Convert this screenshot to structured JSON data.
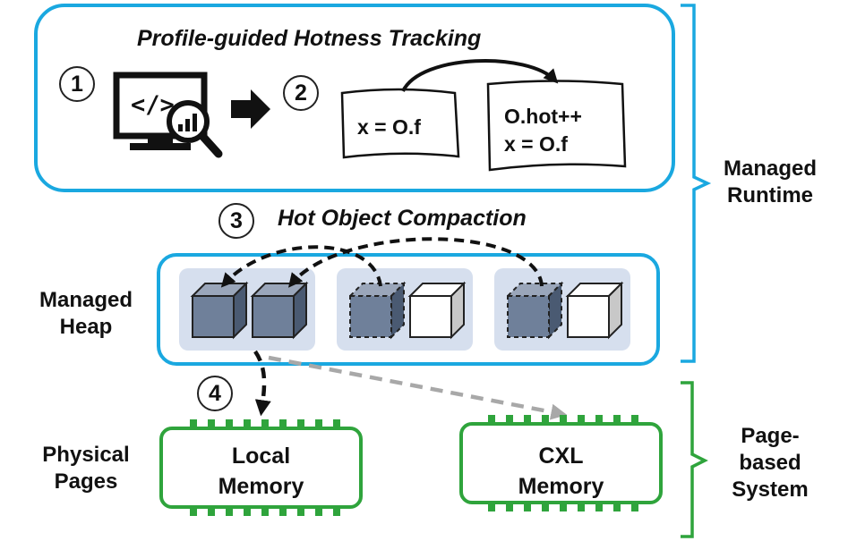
{
  "profile": {
    "title": "Profile-guided Hotness Tracking",
    "step1": "1",
    "step2": "2",
    "code_before": "x = O.f",
    "code_after_line1": "O.hot++",
    "code_after_line2": "x = O.f"
  },
  "compaction": {
    "step3": "3",
    "title": "Hot Object Compaction"
  },
  "heap": {
    "label_line1": "Managed",
    "label_line2": "Heap"
  },
  "step4": "4",
  "physical": {
    "label_line1": "Physical",
    "label_line2": "Pages"
  },
  "local_memory": {
    "line1": "Local",
    "line2": "Memory"
  },
  "cxl_memory": {
    "line1": "CXL",
    "line2": "Memory"
  },
  "managed_runtime": {
    "line1": "Managed",
    "line2": "Runtime"
  },
  "page_based": {
    "line1": "Page-",
    "line2": "based",
    "line3": "System"
  },
  "colors": {
    "blue_border": "#1aa8e0",
    "green_border": "#2fa43c",
    "cube_fill": "#6f809a",
    "cube_group_bg": "#d6dfee",
    "dark_arrow": "#111111",
    "gray_arrow": "#a8a8a8"
  },
  "icons": [
    "code-monitor-icon",
    "magnifier-chart-icon",
    "right-arrow-icon",
    "hot-cube-icon",
    "cold-cube-icon",
    "memory-chip-icon"
  ]
}
